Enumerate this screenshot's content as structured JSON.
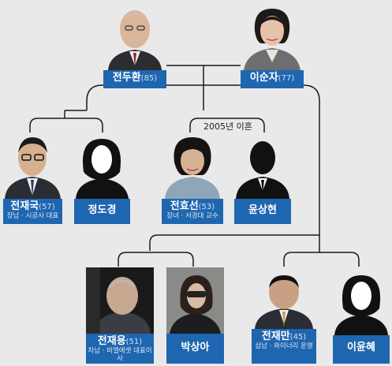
{
  "colors": {
    "label_bg": "#1f66b0",
    "line": "#1a1a1a",
    "background": "#e9e9e9"
  },
  "parents": [
    {
      "name": "전두환",
      "age": "(85)",
      "icon": "photo-portrait-man"
    },
    {
      "name": "이순자",
      "age": "(77)",
      "icon": "photo-portrait-woman"
    }
  ],
  "children": [
    {
      "name": "전재국",
      "age": "(57)",
      "desc": "장남 · 시공사 대표",
      "spouse": {
        "name": "정도경",
        "icon": "silhouette-woman"
      }
    },
    {
      "name": "전효선",
      "age": "(53)",
      "desc": "장녀 · 서경대 교수",
      "spouse": {
        "name": "윤상현",
        "icon": "silhouette-man"
      },
      "note": "2005년 이혼"
    },
    {
      "name": "전재용",
      "age": "(51)",
      "desc": "차남 · 비엘에셋 대표이사",
      "spouse": {
        "name": "박상아",
        "icon": "photo-woman"
      }
    },
    {
      "name": "전재만",
      "age": "(45)",
      "desc": "삼남 · 와이너리 운영",
      "spouse": {
        "name": "이윤혜",
        "icon": "silhouette-woman"
      }
    }
  ]
}
